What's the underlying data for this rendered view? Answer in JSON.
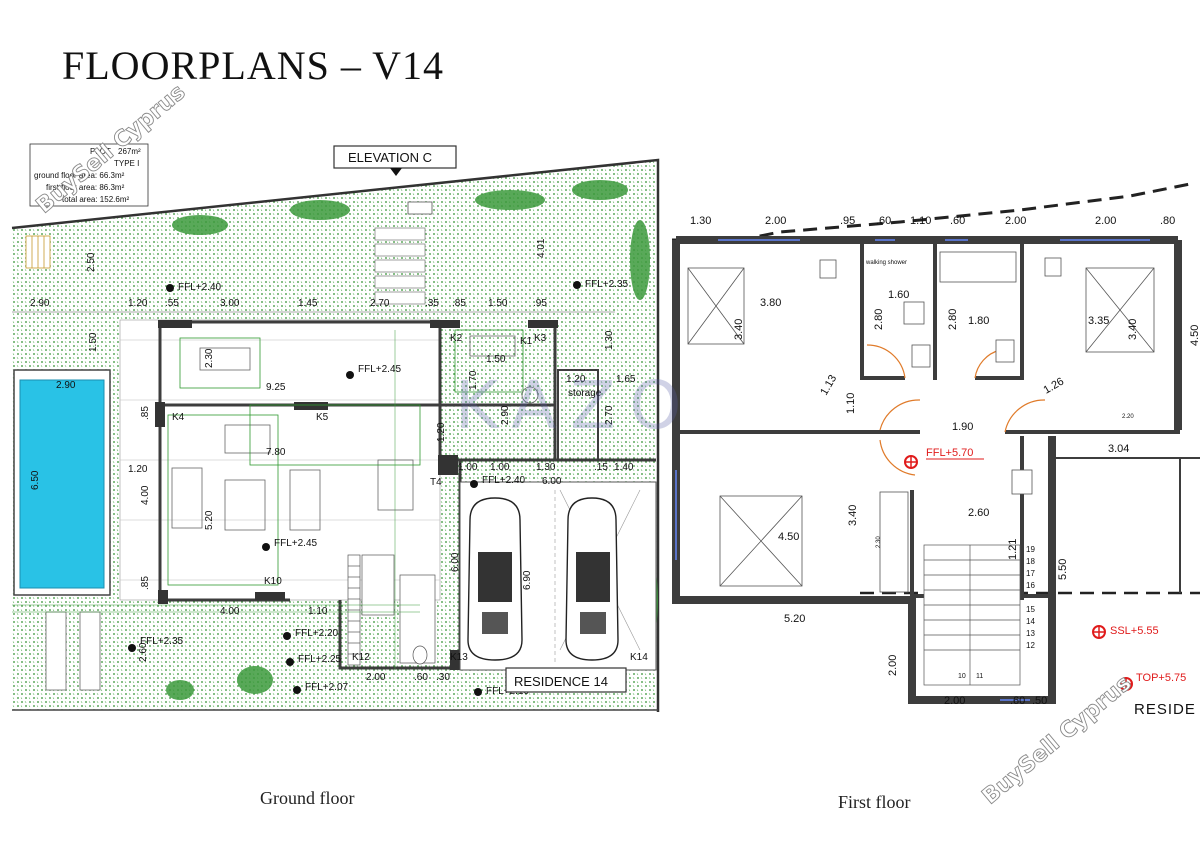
{
  "title": "FLOORPLANS – V14",
  "captions": {
    "ground": "Ground floor",
    "first": "First floor"
  },
  "info_box": {
    "plot_label": "PLOT",
    "plot_value": "267m²",
    "type": "TYPE I",
    "ground_floor": "ground floor area: 66.3m²",
    "first_floor": "first floor area: 86.3m²",
    "total": "total area: 152.6m²"
  },
  "elevation_label": "ELEVATION C",
  "residence_label": "RESIDENCE 14",
  "residence_partial": "RESIDE",
  "watermark": "BuySell Cyprus",
  "logo": "KAZO",
  "colors": {
    "grass": "#2f8f2f",
    "pool": "#29c2e6",
    "wall": "#3d3d3d",
    "red_marker": "#e01b1b",
    "logo": "#5a5fa8"
  },
  "ground": {
    "top_dims": [
      "2.90",
      "1.20",
      ".55",
      "3.00",
      "1.45",
      "2.70",
      ".35",
      ".85",
      "1.50",
      ".95"
    ],
    "levels": [
      "FFL+2.40",
      "FFL+2.35",
      "FFL+2.45",
      "FFL+2.45",
      "FFL+2.40",
      "FFL+2.35",
      "FFL+2.20",
      "FFL+2.25",
      "FFL+2.07",
      "FFL+2.10"
    ],
    "dims": {
      "pool_w": "2.90",
      "pool_h": "6.50",
      "d250": "2.50",
      "d401": "4.01",
      "d150": "1.50",
      "d230": "2.30",
      "d925": "9.25",
      "d85a": ".85",
      "d120a": "1.20",
      "d400": "4.00",
      "d85b": ".85",
      "d780": "7.80",
      "d520": "5.20",
      "d400b": "4.00",
      "k150": "1.50",
      "k170": "1.70",
      "d120c": "1.20",
      "d165": "1.65",
      "d130a": "1.30",
      "d290": "2.90",
      "d270": "2.70",
      "d120d": "1.20",
      "d600": "6.00",
      "d600b": "6.00",
      "d690": "6.90",
      "d110": "1.10",
      "d260": "2.60",
      "d200": "2.00",
      "d60": ".60",
      "d30": ".30",
      "row100": "1.00",
      "row1": "1.00",
      "row130": "1.30",
      "row15": ".15",
      "row140": "1.40"
    },
    "kitchen_marks": [
      "K1",
      "K2",
      "K3",
      "K4",
      "K5",
      "K10",
      "K12",
      "K13",
      "K14",
      "T4"
    ],
    "storage_label": "storage"
  },
  "first": {
    "top_dims": [
      "1.30",
      "2.00",
      ".95",
      ".60",
      "1.10",
      ".60",
      "2.00",
      "2.00",
      ".80"
    ],
    "dims": {
      "bed1_w": "3.80",
      "bed1_h": "3.40",
      "d113": "1.13",
      "d110": "1.10",
      "d280a": "2.80",
      "d160": "1.60",
      "d280b": "2.80",
      "d180": "1.80",
      "bed3_w": "3.35",
      "bed3_h": "3.40",
      "d126": "1.26",
      "d190": "1.90",
      "d450": "4.50",
      "d304": "3.04",
      "bed2_w": "4.50",
      "bed2_h": "3.40",
      "d260": "2.60",
      "d121": "1.21",
      "d550": "5.50",
      "d520": "5.20",
      "d200a": "2.00",
      "d200b": "2.00",
      "d60": ".60",
      "d50": ".50",
      "d230": "2.30",
      "d220": "2.20"
    },
    "level_ffl": "FFL+5.70",
    "level_ssl": "SSL+5.55",
    "level_top": "TOP+5.75",
    "walkin": "walking shower",
    "stair_nums": [
      "19",
      "18",
      "17",
      "16",
      "15",
      "14",
      "13",
      "12",
      "11",
      "10"
    ]
  }
}
